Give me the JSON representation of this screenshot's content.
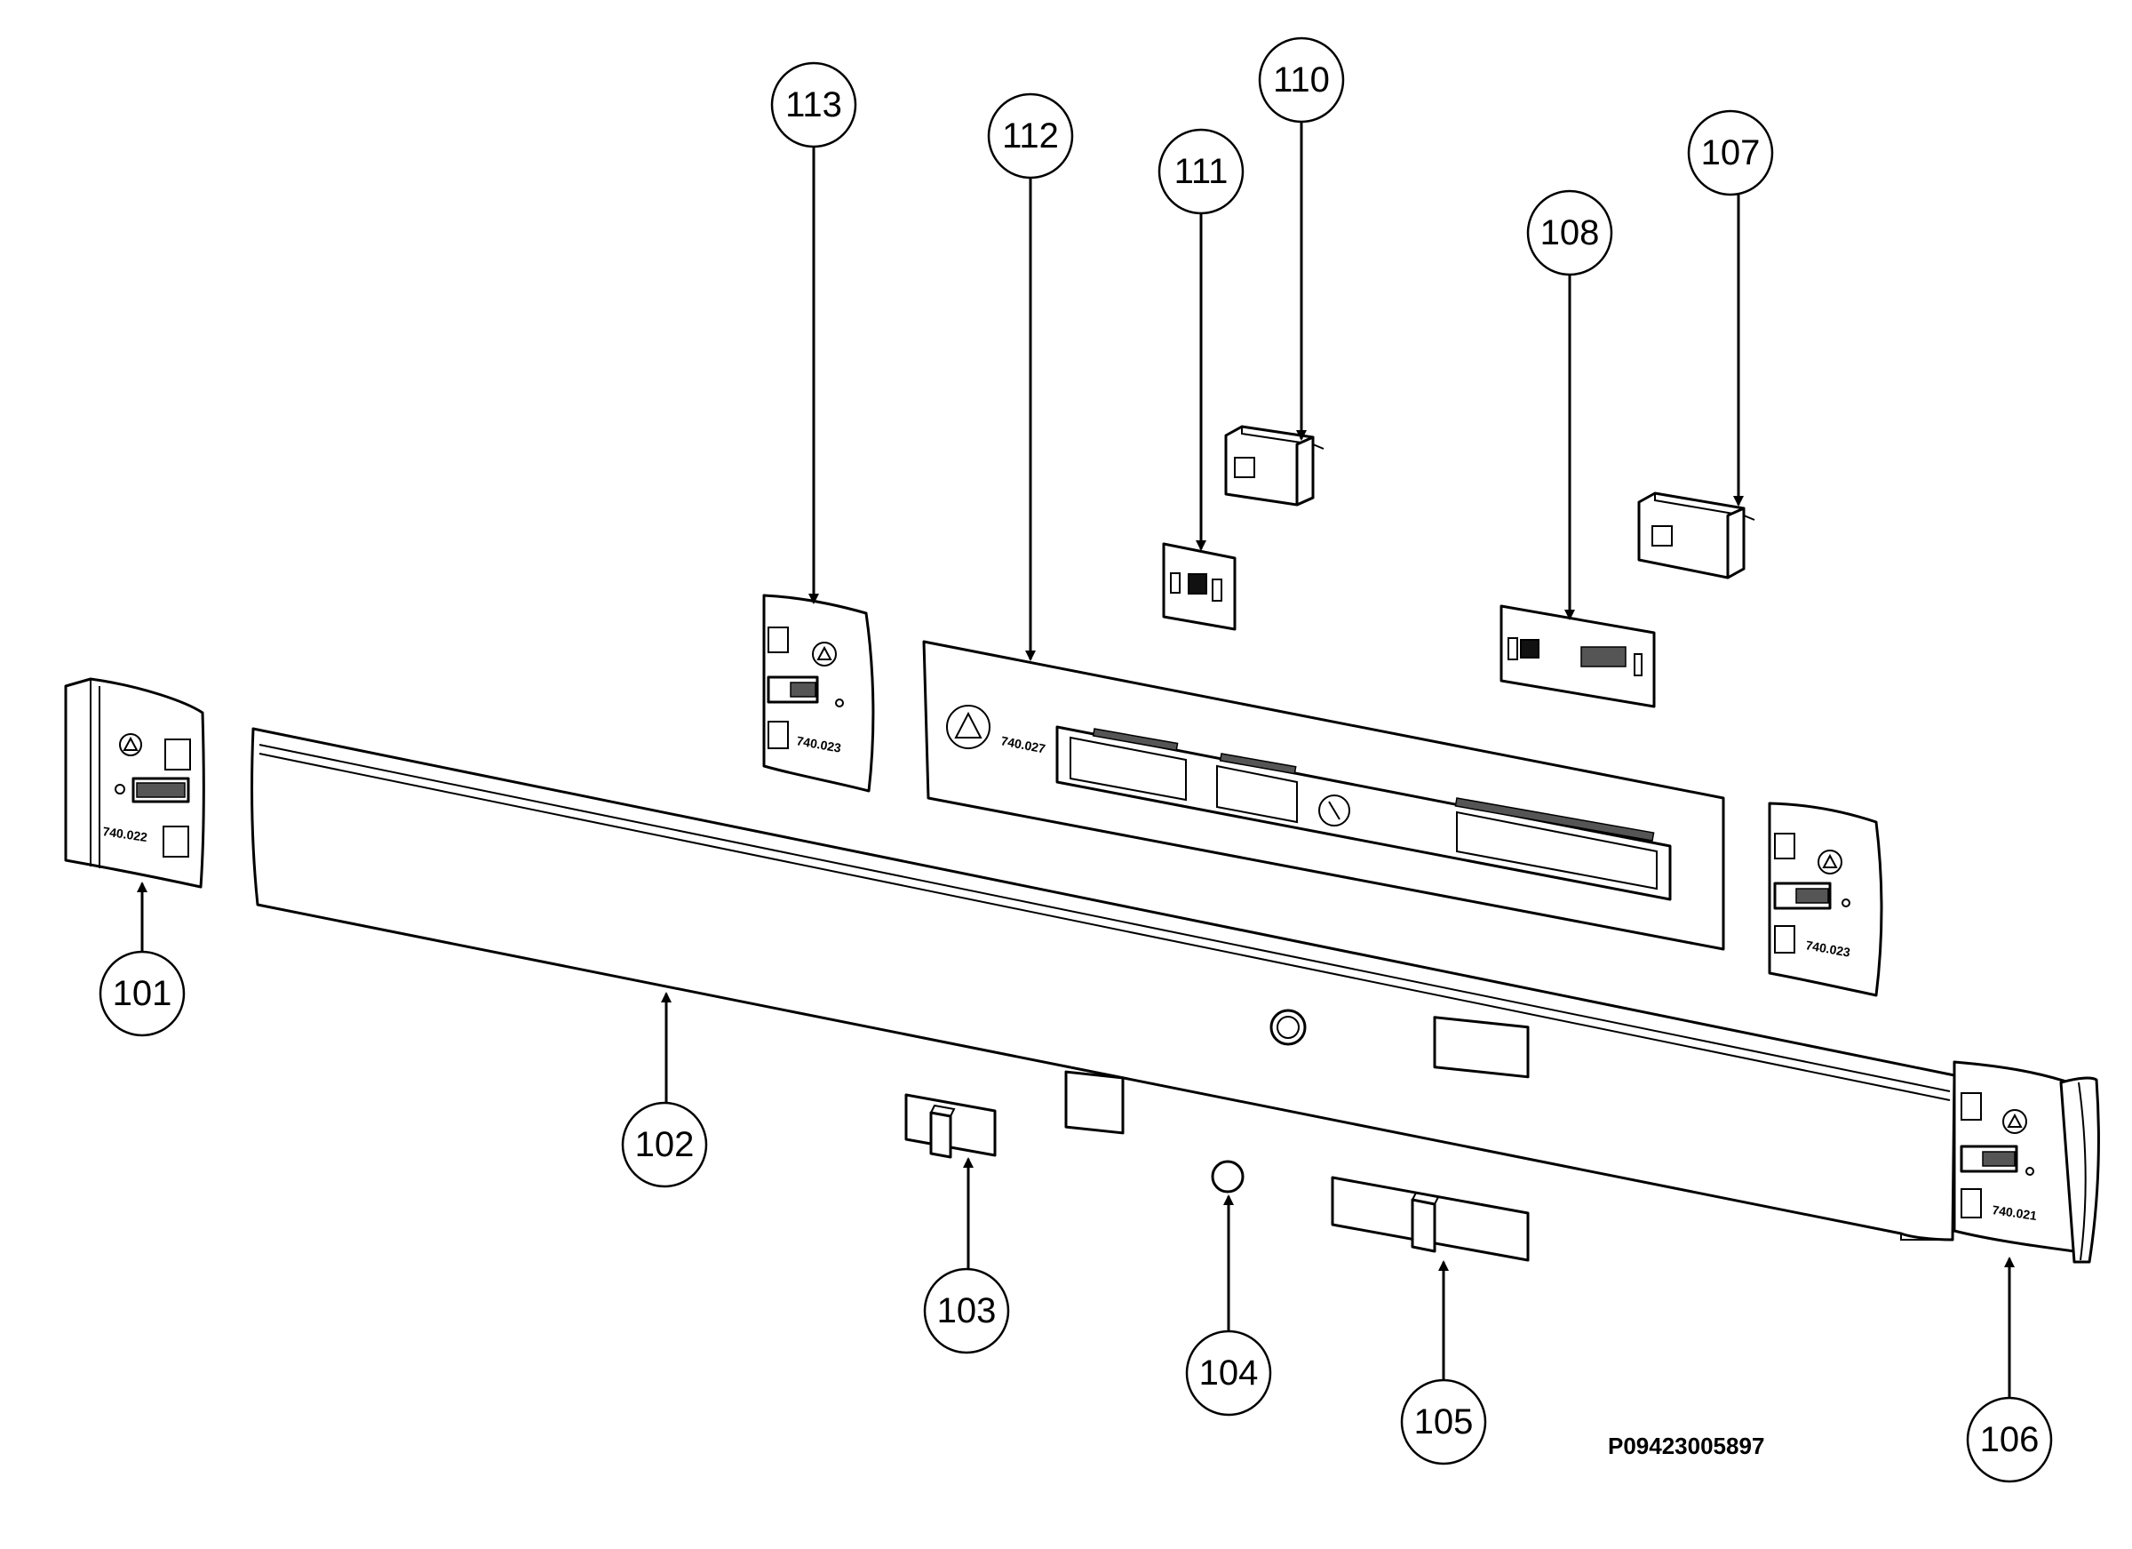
{
  "reference_code": "P09423005897",
  "model_labels": {
    "left_end_cap": "740.022",
    "upper_left_cap": "740.023",
    "fascia": "740.027",
    "upper_right_cap": "740.023",
    "right_end_cap": "740.021"
  },
  "callouts": [
    "101",
    "102",
    "103",
    "104",
    "105",
    "106",
    "107",
    "108",
    "110",
    "111",
    "112",
    "113"
  ]
}
